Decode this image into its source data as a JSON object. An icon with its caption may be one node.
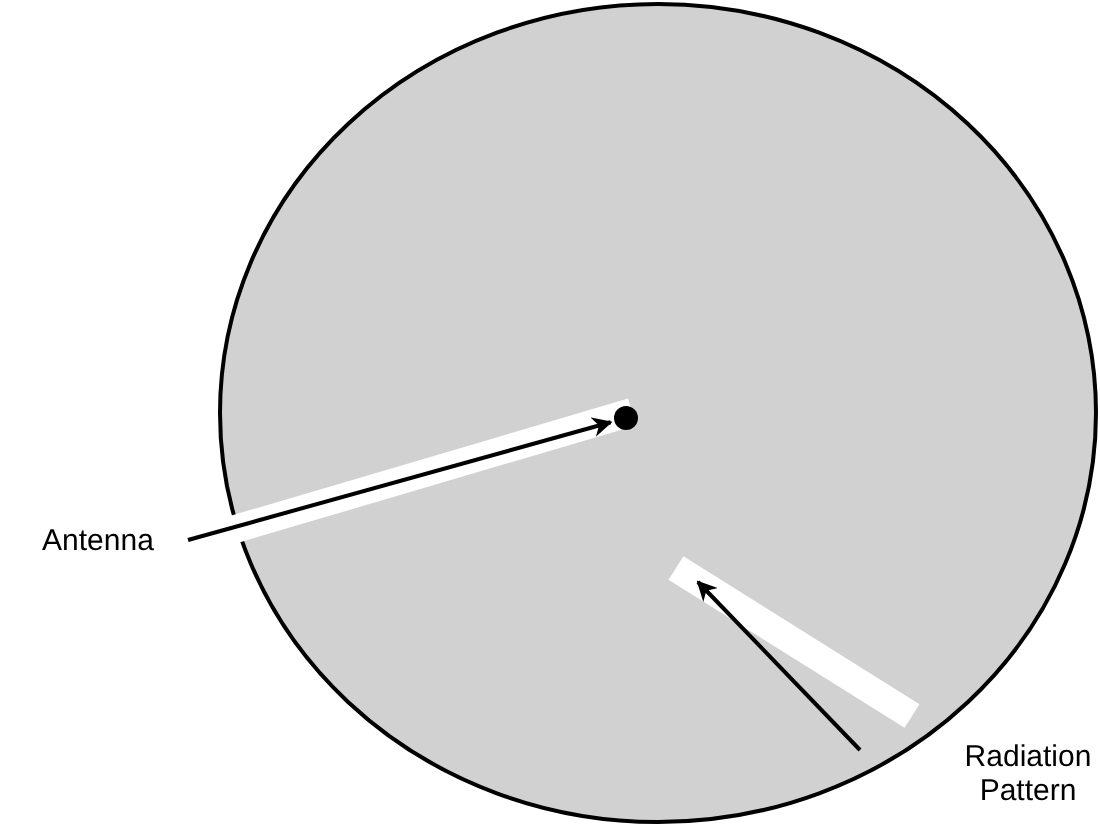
{
  "diagram": {
    "nodes": [
      {
        "text": [],
        "shape": "circle"
      },
      {
        "text": [],
        "shape": "circle",
        "in": 0
      },
      {
        "text": [
          "Antenna"
        ]
      },
      {
        "text": [
          "Radiation Pattern"
        ]
      }
    ],
    "edges": [
      {
        "from": 2,
        "to": 1,
        "arrow": "to"
      },
      {
        "from": 3,
        "to": 0,
        "arrow": "to"
      }
    ]
  }
}
